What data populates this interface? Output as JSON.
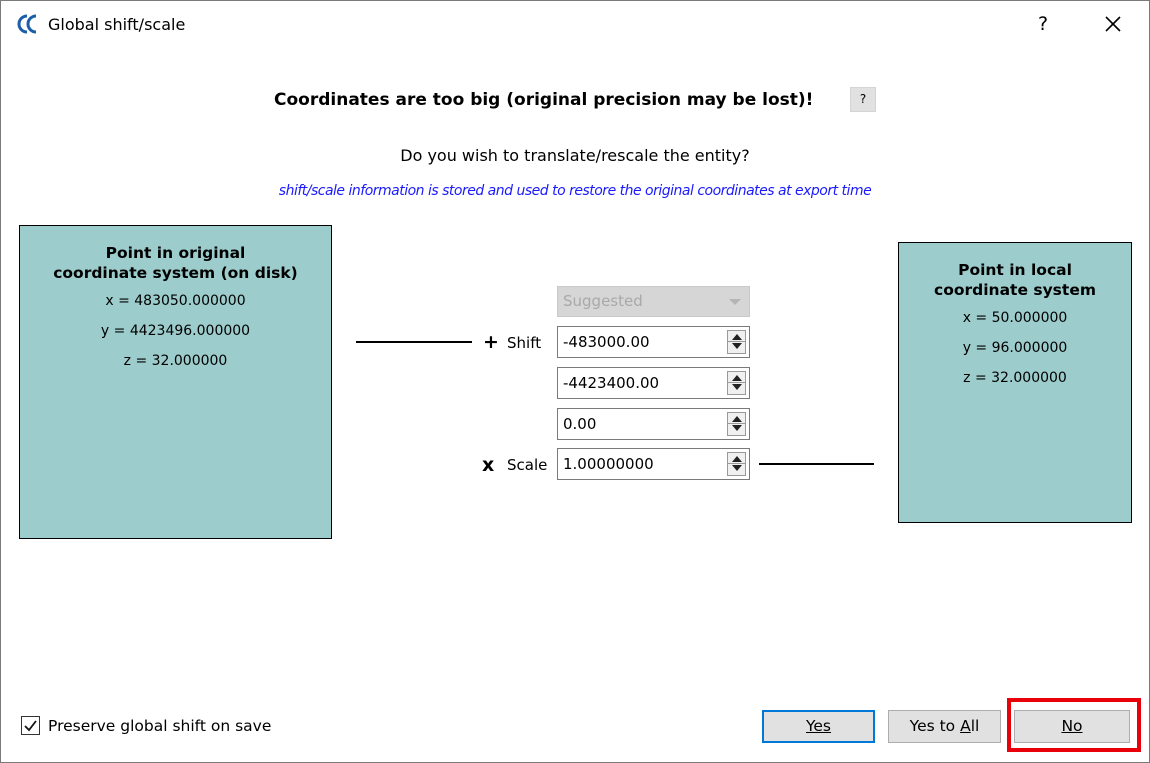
{
  "window": {
    "title": "Global shift/scale",
    "help_label": "?",
    "app_icon": "cloudcompare-logo",
    "close_icon": "close-icon"
  },
  "header": {
    "heading": "Coordinates are too big (original precision may be lost)!",
    "help_badge": "?",
    "question": "Do you wish to translate/rescale the entity?",
    "note": "shift/scale information is stored and used to restore the original coordinates at export time"
  },
  "original_box": {
    "title_line1": "Point in original",
    "title_line2": "coordinate system (on disk)",
    "x": "x = 483050.000000",
    "y": "y = 4423496.000000",
    "z": "z = 32.000000"
  },
  "local_box": {
    "title_line1": "Point in local",
    "title_line2": "coordinate system",
    "x": "x = 50.000000",
    "y": "y = 96.000000",
    "z": "z = 32.000000"
  },
  "transform": {
    "preset": "Suggested",
    "plus_symbol": "+",
    "shift_label": "Shift",
    "shift_x": "-483000.00",
    "shift_y": "-4423400.00",
    "shift_z": "0.00",
    "times_symbol": "x",
    "scale_label": "Scale",
    "scale": "1.00000000"
  },
  "footer": {
    "preserve_label": "Preserve global shift on save",
    "preserve_checked": true,
    "yes_label": "Yes",
    "yes_to_all_label": "Yes to All",
    "no_label": "No"
  },
  "colors": {
    "box_fill": "#9ccccc",
    "note_text": "#1a1aff",
    "highlight": "#e8000b",
    "default_button_border": "#0078d7"
  }
}
